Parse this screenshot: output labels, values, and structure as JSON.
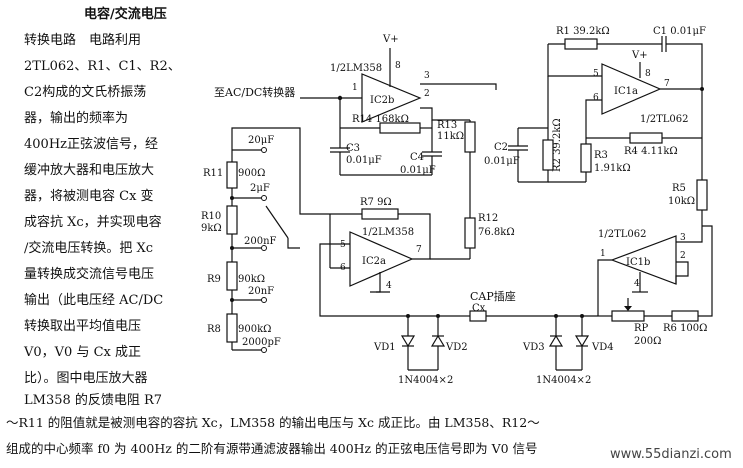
{
  "text": {
    "title": "电容/交流电压",
    "lines": [
      "转换电路　电路利用",
      "2TL062、R1、C1、R2、",
      "C2构成的文氏桥振荡",
      "器，输出的频率为",
      "400Hz正弦波信号，经",
      "缓冲放大器和电压放大",
      "器，将被测电容 Cx 变",
      "成容抗 Xc，并实现电容",
      "/交流电压转换。把 Xc",
      "量转换成交流信号电压",
      "输出（此电压经 AC/DC",
      "转换取出平均值电压",
      "V0，V0 与 Cx 成正",
      "比）。图中电压放大器",
      "LM358 的反馈电阻 R7"
    ],
    "bottom_lines": [
      "～R11 的阻值就是被测电容的容抗 Xc，LM358 的输出电压与 Xc 成正比。由 LM358、R12～",
      "组成的中心频率 f0 为 400Hz 的二阶有源带通滤波器输出 400Hz 的正弦电压信号即为 V0 信号"
    ],
    "watermark": "www.55dianzi.com"
  },
  "labels": {
    "to_acdc": "至AC/DC转换器",
    "v_plus_ic2b": "V+",
    "ic2b_part": "1/2LM358",
    "ic2b": "IC2b",
    "pin8": "8",
    "pin3": "3",
    "pin1": "1",
    "pin2": "2",
    "r14": "R14 168kΩ",
    "r13": "R13",
    "r13v": "11kΩ",
    "c3": "C3",
    "c3v": "0.01μF",
    "c4": "C4",
    "c4v": "0.01μF",
    "c_20uf": "20μF",
    "c_2uf": "2μF",
    "c_200nf": "200nF",
    "c_20nf": "20nF",
    "c_2000pf": "2000pF",
    "r11": "R11",
    "r11v": "900Ω",
    "r10": "R10",
    "r10v": "9kΩ",
    "r9": "R9",
    "r9v": "90kΩ",
    "r8": "R8",
    "r8v": "900kΩ",
    "r7": "R7 9Ω",
    "ic2a_part": "1/2LM358",
    "ic2a": "IC2a",
    "pin5": "5",
    "pin6": "6",
    "pin7": "7",
    "pin4": "4",
    "r12": "R12",
    "r12v": "76.8kΩ",
    "cap_socket": "CAP插座",
    "cx": "Cx",
    "vd1": "VD1",
    "vd2": "VD2",
    "vd3": "VD3",
    "vd4": "VD4",
    "in4004_a": "1N4004×2",
    "in4004_b": "1N4004×2",
    "r1": "R1 39.2kΩ",
    "c1": "C1 0.01μF",
    "v_plus_ic1a": "V+",
    "ic1a": "IC1a",
    "ic1a_part": "1/2TL062",
    "r4": "R4 4.11kΩ",
    "c2": "C2",
    "c2v": "0.01μF",
    "r2": "R2 39.2kΩ",
    "r3": "R3",
    "r3v": "1.91kΩ",
    "r5": "R5",
    "r5v": "10kΩ",
    "ic1b_part": "1/2TL062",
    "ic1b": "IC1b",
    "rp": "RP",
    "rpv": "200Ω",
    "r6": "R6 100Ω"
  }
}
